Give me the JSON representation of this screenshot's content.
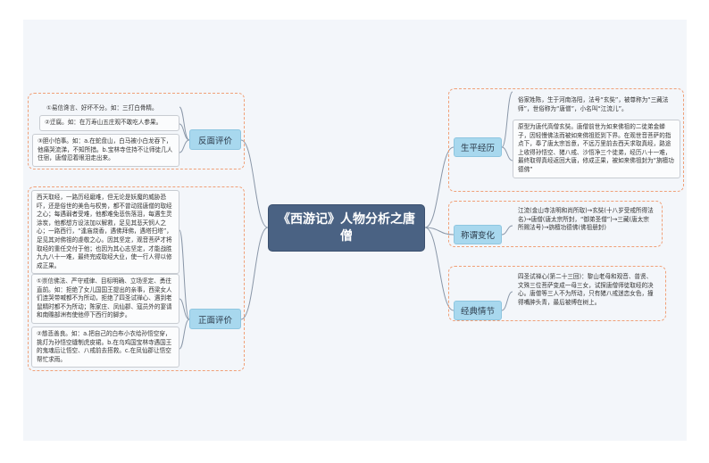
{
  "root": {
    "title": "《西游记》人物分析之唐僧"
  },
  "left": {
    "negative": {
      "label": "反面评价",
      "items": [
        "①易信谗言、好坏不分。如：三打白骨精。",
        "②迂腐。如：在万寿山五庄观不敢吃人参果。",
        "③胆小怕事。如：a.在蛇盘山，白马被小白龙吞下，他痛哭流涕，不知所措。b.宝林寺住持不让师徒几人住宿，唐僧忍着眼泪走出来。"
      ]
    },
    "positive": {
      "label": "正面评价",
      "items": [
        "西天取经，一路历经磨难，但无论是妖魔的威胁恐吓，还是俗世的美色与权势，都不曾动摇唐僧的取经之心；每遇弱者受难，他都难免悲伤落泪，每遇生灵涂炭，他都想方设法加以解救，足见其悲天悯人之心；一路西行，“逢庙烧香，遇佛拜佛，遇塔扫塔”，足见其对佛祖的虔敬之心。因其坚定，观音菩萨才将取经的重任交付于他；也因为其心志坚定，才能战胜九九八十一难，最终完成取经大业，使一行人得以修成正果。",
        "①崇信佛法、严守戒律、目标明确、立场坚定、勇往直前。如：拒绝了女儿国国王提出的亲事，西梁女人们连哭带喊都不为所动，拒绝了四圣试禅心、遇到老鼠精时都不为所动；陈家庄、凤仙郡、寇员外的宴请和南赡部洲有使他停下西行的脚步。",
        "②慈悲善良。如：a.把自己的白布小衣给孙悟空穿，挑灯为孙悟空缝制虎皮裙。b.在乌鸡国宝林寺遇国王的鬼魂后让悟空、八戒前去搭救。c.在凤仙郡让悟空帮忙求雨。"
      ]
    }
  },
  "right": {
    "life": {
      "label": "生平经历",
      "items": [
        "俗家姓陈，生于河南洛阳，法号“玄奘”，被尊称为“三藏法师”，世俗称为“唐僧”，小名叫“江流儿”。",
        "原型为唐代高僧玄奘。唐僧前世为如来佛祖的二徒弟金蝉子，因轻慢佛法而被如来佛祖贬到下界。在观世音菩萨的指点下，奉了唐太宗旨意，不远万里前去西天求取真经，路途上收得孙悟空、猪八戒、沙悟净三个徒弟，经历八十一难，最终取得真经返回大唐，修成正果，被如来佛祖封为“旃檀功德佛”"
      ]
    },
    "title": {
      "label": "称谓变化",
      "items": [
        "江流(金山寺法明和尚所取)→玄奘(十八岁受戒所得法名)→唐僧(唐太宗所封，“御弟圣僧”)→三藏(唐太宗所赐法号)→旃檀功德佛(佛祖册封)"
      ]
    },
    "plot": {
      "label": "经典情节",
      "items": [
        "四圣试禅心(第二十三回)：黎山老母和观音、普贤、文殊三位菩萨变成一母三女，试探唐僧师徒取经的决心。唐僧等三人不为所动，只有猪八戒迷恋女色，撞得嘴肿头青，最后被缚在树上。"
      ]
    }
  }
}
